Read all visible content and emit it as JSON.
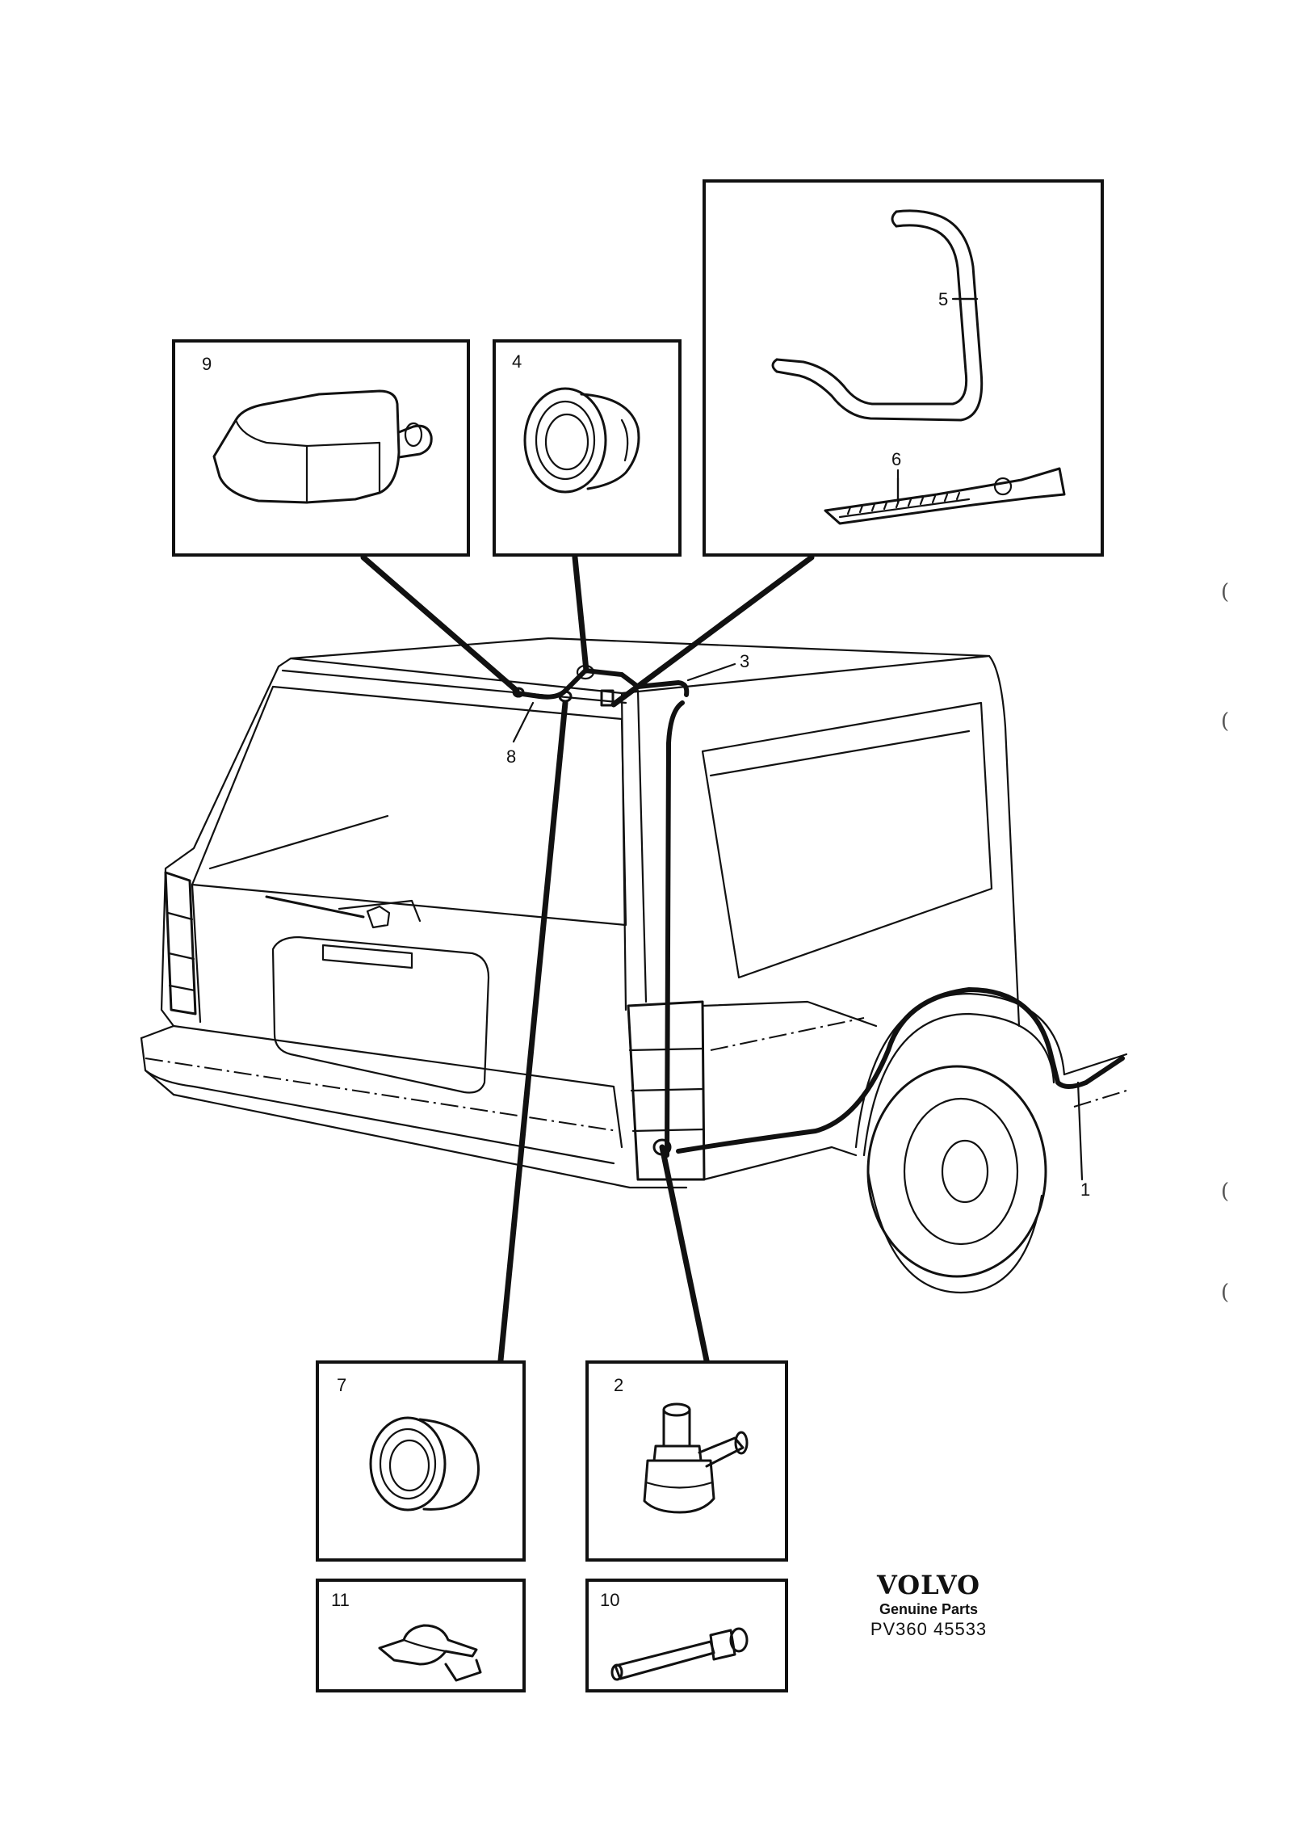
{
  "callouts": [
    {
      "id": "1",
      "label": "1"
    },
    {
      "id": "2",
      "label": "2"
    },
    {
      "id": "3",
      "label": "3"
    },
    {
      "id": "4",
      "label": "4"
    },
    {
      "id": "5",
      "label": "5"
    },
    {
      "id": "6",
      "label": "6"
    },
    {
      "id": "7",
      "label": "7"
    },
    {
      "id": "8",
      "label": "8"
    },
    {
      "id": "9",
      "label": "9"
    },
    {
      "id": "10",
      "label": "10"
    },
    {
      "id": "11",
      "label": "11"
    }
  ],
  "brand": {
    "logo": "VOLVO",
    "subtitle": "Genuine Parts",
    "code": "PV360 45533"
  },
  "margin_marks": [
    "(",
    "(",
    "(",
    "("
  ]
}
